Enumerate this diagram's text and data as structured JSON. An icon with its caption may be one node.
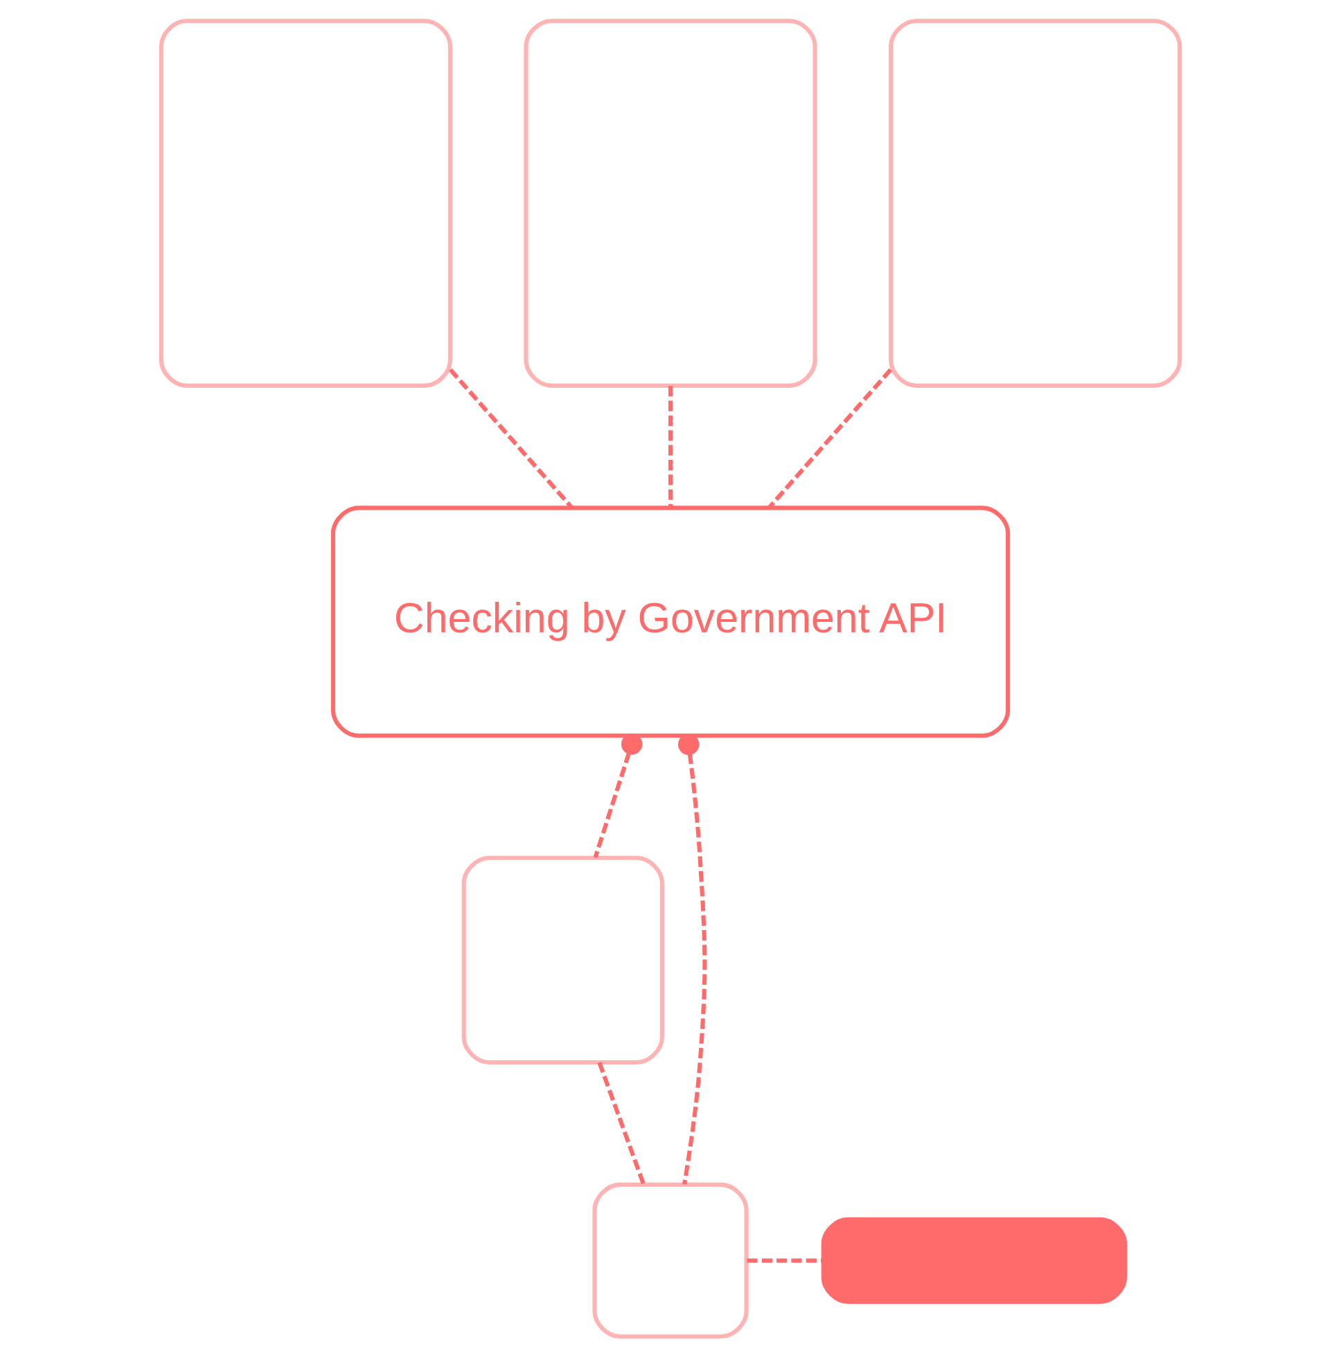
{
  "diagram": {
    "nodes": [
      {
        "text": [],
        "shape": "box"
      },
      {
        "text": [],
        "shape": "box"
      },
      {
        "text": [],
        "shape": "box"
      },
      {
        "text": [
          "Checking by Government API"
        ]
      },
      {
        "text": [],
        "shape": "box"
      },
      {
        "text": [],
        "shape": "box"
      },
      {
        "text": [],
        "shape": "bar"
      }
    ],
    "edges": [
      {
        "from": 0,
        "to": 3,
        "arrow": "none",
        "style": "dashed"
      },
      {
        "from": 1,
        "to": 3,
        "arrow": "none",
        "style": "dashed"
      },
      {
        "from": 2,
        "to": 3,
        "arrow": "none",
        "style": "dashed"
      },
      {
        "from": 3,
        "to": 4,
        "arrow": "other",
        "style": "dashed"
      },
      {
        "from": 3,
        "to": 5,
        "arrow": "other",
        "style": "dashed"
      },
      {
        "from": 4,
        "to": 5,
        "arrow": "none",
        "style": "dashed"
      },
      {
        "from": 5,
        "to": 6,
        "arrow": "none",
        "style": "dashed"
      }
    ]
  }
}
